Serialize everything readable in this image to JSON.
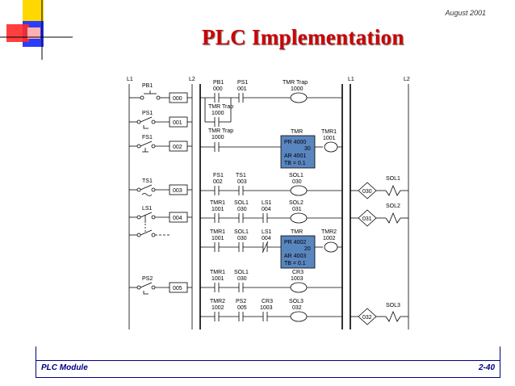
{
  "header": {
    "date": "August 2001",
    "title": "PLC Implementation"
  },
  "footer": {
    "module": "PLC Module",
    "page": "2-40"
  },
  "colors": {
    "title_red": "#cc0000",
    "footer_blue": "#000080",
    "logo_yellow": "#ffd800",
    "logo_red": "#ff2a2a",
    "logo_blue": "#2a3cff",
    "timer_fill": "#5a86c0"
  },
  "rails": {
    "in_left": "L1",
    "in_right": "L2",
    "out_left": "L1",
    "out_right": "L2"
  },
  "inputs": [
    {
      "device": "PB1",
      "addr": "000"
    },
    {
      "device": "PS1",
      "addr": "001"
    },
    {
      "device": "FS1",
      "addr": "002"
    },
    {
      "device": "TS1",
      "addr": "003"
    },
    {
      "device": "LS1",
      "addr": "004"
    },
    {
      "device": "PS2",
      "addr": "005"
    }
  ],
  "rungs": {
    "r1": {
      "c1_name": "PB1",
      "c1_addr": "000",
      "c2_name": "PS1",
      "c2_addr": "001",
      "coil_name": "TMR Trap",
      "coil_addr": "1000",
      "branch_name": "TMR Trap",
      "branch_addr": "1000"
    },
    "r2": {
      "c1_name": "TMR Trap",
      "c1_addr": "1000",
      "box_name": "TMR",
      "pr": "PR 4000",
      "pr_val": "30",
      "ar": "AR 4001",
      "tb": "TB = 0.1",
      "coil_name": "TMR1",
      "coil_addr": "1001"
    },
    "r3": {
      "c1_name": "FS1",
      "c1_addr": "002",
      "c2_name": "TS1",
      "c2_addr": "003",
      "coil_name": "SOL1",
      "coil_addr": "030"
    },
    "r4": {
      "c1_name": "TMR1",
      "c1_addr": "1001",
      "c2_name": "SOL1",
      "c2_addr": "030",
      "c3_name": "LS1",
      "c3_addr": "004",
      "coil_name": "SOL2",
      "coil_addr": "031"
    },
    "r5": {
      "c1_name": "TMR1",
      "c1_addr": "1001",
      "c2_name": "SOL1",
      "c2_addr": "030",
      "c3_name": "LS1",
      "c3_addr": "004",
      "box_name": "TMR",
      "pr": "PR 4002",
      "pr_val": "20",
      "ar": "AR 4003",
      "tb": "TB = 0.1",
      "coil_name": "TMR2",
      "coil_addr": "1002"
    },
    "r6": {
      "c1_name": "TMR1",
      "c1_addr": "1001",
      "c2_name": "SOL1",
      "c2_addr": "030",
      "coil_name": "CR3",
      "coil_addr": "1003"
    },
    "r7": {
      "c1_name": "TMR2",
      "c1_addr": "1002",
      "c2_name": "PS2",
      "c2_addr": "005",
      "c3_name": "CR3",
      "c3_addr": "1003",
      "coil_name": "SOL3",
      "coil_addr": "032"
    }
  },
  "outputs": [
    {
      "addr": "030",
      "device": "SOL1"
    },
    {
      "addr": "031",
      "device": "SOL2"
    },
    {
      "addr": "032",
      "device": "SOL3"
    }
  ]
}
